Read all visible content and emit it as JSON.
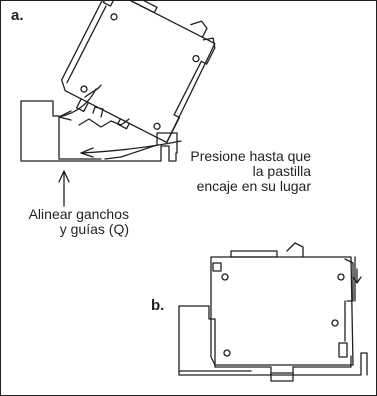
{
  "step_a": {
    "label": "a."
  },
  "step_b": {
    "label": "b."
  },
  "callout_press": {
    "lines": [
      "Presione hasta que",
      "la pastilla",
      "encaje en su lugar"
    ]
  },
  "callout_align": {
    "lines": [
      "Alinear ganchos",
      "y guías (Q)"
    ]
  },
  "colors": {
    "stroke": "#231f20",
    "background": "#ffffff"
  }
}
